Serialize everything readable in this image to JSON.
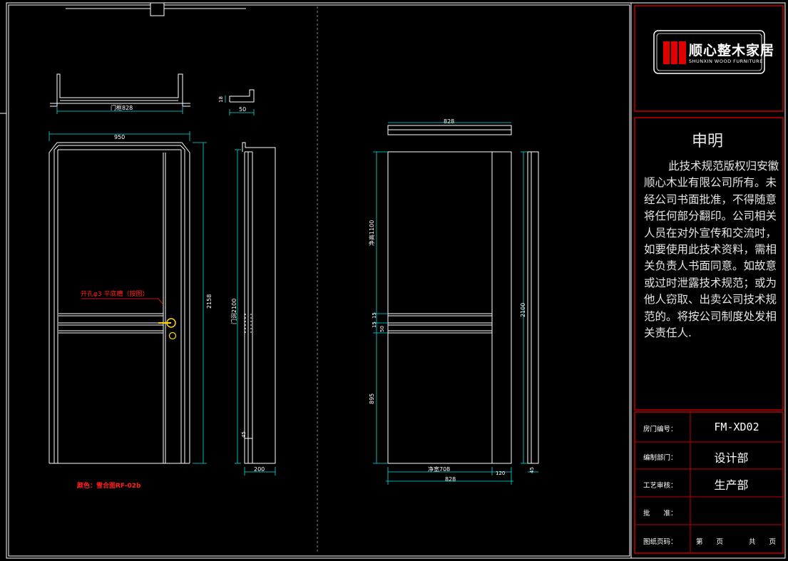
{
  "company": {
    "logo_name": "顺心整木家居",
    "logo_sub": "SHUNXIN WOOD FURNITURE"
  },
  "declaration": {
    "title": "申明",
    "body": "此技术规范版权归安徽顺心木业有限公司所有。未经公司书面批准，不得随意将任何部分翻印。公司相关人员在对外宣传和交流时，如要使用此技术资料，需相关负责人书面同意。如故意或过时泄露技术规范；或为他人窃取、出卖公司技术规范的。将按公司制度处发相关责任人."
  },
  "title_block": {
    "door_no_label": "房门编号：",
    "door_no_value": "FM-XD02",
    "dept_label": "编制部门：",
    "dept_value": "设计部",
    "review_label": "工艺审核：",
    "review_value": "生产部",
    "approve_label": "批　　准：",
    "approve_value": "",
    "page_label": "图纸页码：",
    "page_di": "第　　页",
    "page_gong": "共　　页"
  },
  "dimensions": {
    "top_frame_width": "门框828",
    "small_profile_h": "18",
    "small_profile_w": "50",
    "frame_outer_width": "950",
    "frame_height": "2158",
    "side_height": "门洞2100",
    "side_bottom": "45",
    "side_width": "200",
    "panel_top_width": "828",
    "panel_top_height": "净高1100",
    "panel_mid_1": "15",
    "panel_mid_2": "15",
    "panel_mid_3": "50",
    "panel_bottom_height": "895",
    "panel_total_height": "2100",
    "panel_clear_width": "净宽708",
    "panel_side_width": "120",
    "panel_total_width": "828",
    "right_side_width": "45"
  },
  "notes": {
    "hinge_note": "开孔φ3 平底槽（按图）",
    "color_note": "颜色：雪合图RF-02b"
  },
  "colors": {
    "line": "#ffffff",
    "dim": "#00e5e5",
    "red": "#ff2020",
    "frame_red": "#c00000",
    "yellow": "#ffd800"
  }
}
